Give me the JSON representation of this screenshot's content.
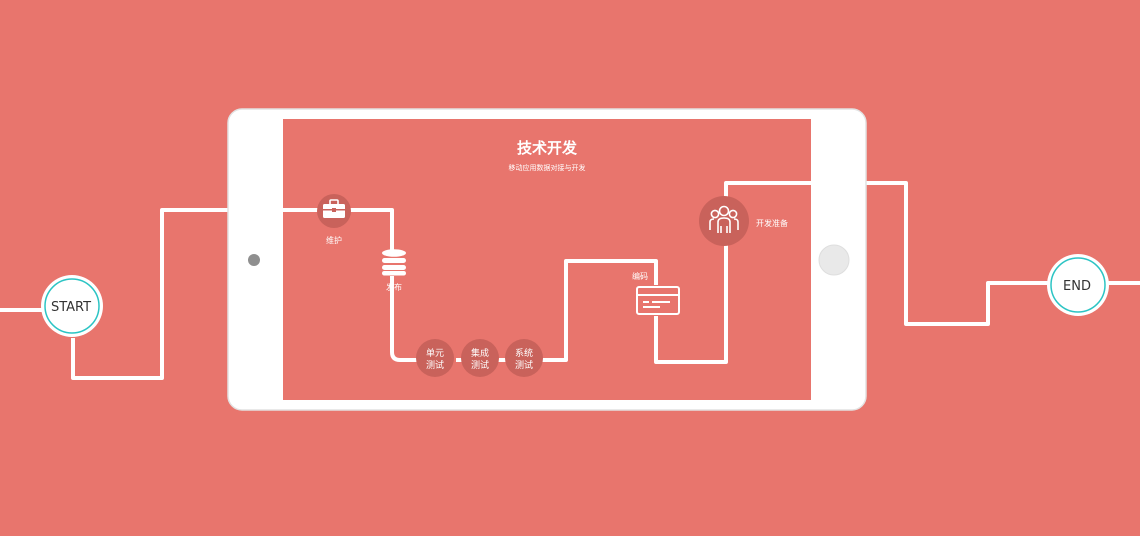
{
  "header": {
    "title": "技术开发",
    "subtitle": "移动应用数据对接与开发"
  },
  "nodes": {
    "start": "START",
    "end": "END",
    "maintain": "维护",
    "publish": "发布",
    "unit_test_line1": "单元",
    "unit_test_line2": "测试",
    "integration_test_line1": "集成",
    "integration_test_line2": "测试",
    "system_test_line1": "系统",
    "system_test_line2": "测试",
    "coding": "编码",
    "prepare": "开发准备"
  },
  "colors": {
    "background": "#e8756d",
    "device": "#ffffff",
    "node_fill": "#c9625b",
    "start_end_ring": "#2cc4c4"
  },
  "icons": {
    "maintain": "briefcase-icon",
    "publish": "database-icon",
    "coding": "card-icon",
    "prepare": "team-icon"
  }
}
